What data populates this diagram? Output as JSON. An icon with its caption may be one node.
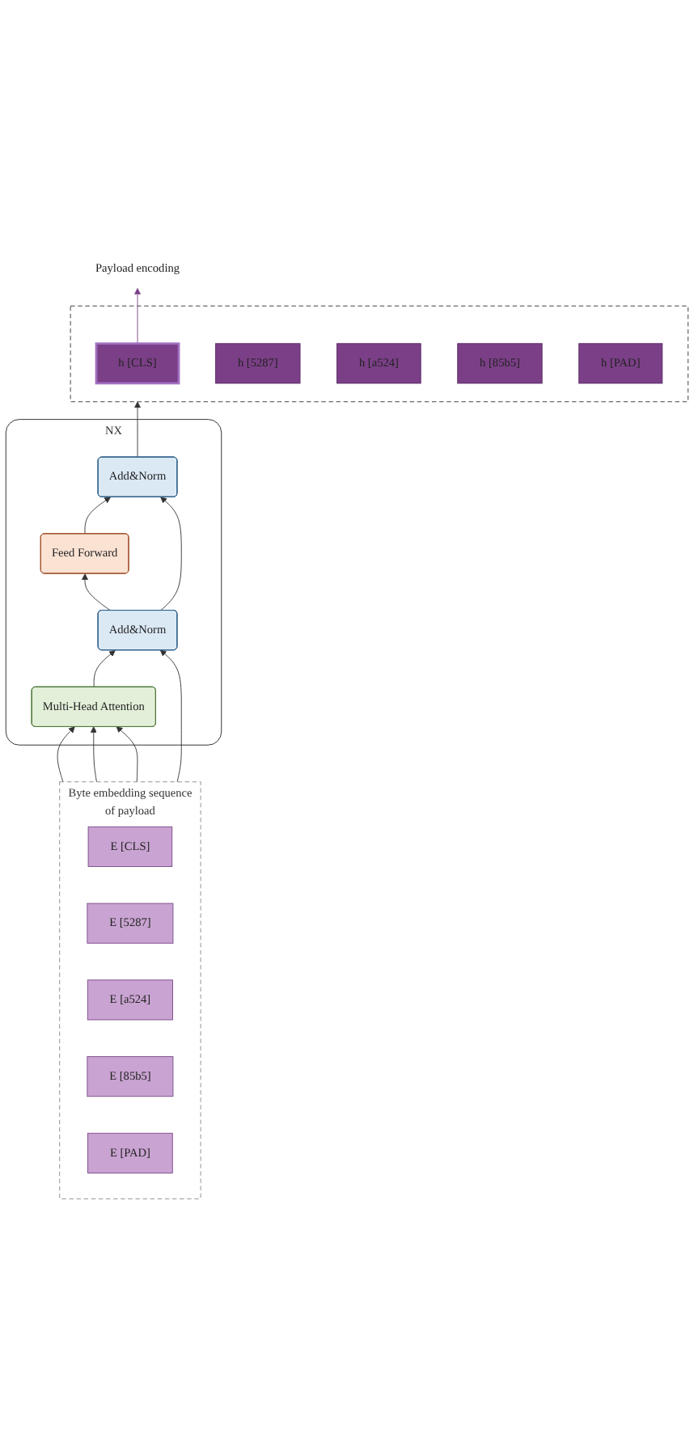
{
  "diagram": {
    "nodes": [
      {
        "text": [],
        "shape": "box"
      },
      {
        "text": [
          "h [CLS]"
        ],
        "in": 0
      },
      {
        "text": [
          "h [5287]"
        ],
        "in": 0
      },
      {
        "text": [
          "h [a524]"
        ],
        "in": 0
      },
      {
        "text": [
          "h [85b5]"
        ],
        "in": 0
      },
      {
        "text": [
          "h [PAD]"
        ],
        "in": 0
      },
      {
        "text": [
          "Payload encoding"
        ]
      },
      {
        "text": [
          "NX"
        ]
      },
      {
        "text": [
          "Add&Norm"
        ],
        "in": 7
      },
      {
        "text": [
          "Feed Forward"
        ],
        "in": 7
      },
      {
        "text": [
          "Add&Norm"
        ],
        "in": 7
      },
      {
        "text": [
          "Multi-Head Attention"
        ],
        "in": 7
      },
      {
        "text": [
          "Byte embedding sequence of payload"
        ]
      },
      {
        "text": [
          "E [CLS]"
        ],
        "in": 12
      },
      {
        "text": [
          "E [5287]"
        ],
        "in": 12
      },
      {
        "text": [
          "E [a524]"
        ],
        "in": 12
      },
      {
        "text": [
          "E [85b5]"
        ],
        "in": 12
      },
      {
        "text": [
          "E [PAD]"
        ],
        "in": 12
      }
    ],
    "edges": [
      {
        "from": 1,
        "to": 6,
        "arrow": "to",
        "color": "#7b3f87"
      },
      {
        "from": 8,
        "to": 0,
        "arrow": "to"
      },
      {
        "from": 9,
        "to": 8,
        "arrow": "to"
      },
      {
        "from": 10,
        "to": 9,
        "arrow": "to"
      },
      {
        "from": 10,
        "to": 8,
        "arrow": "to"
      },
      {
        "from": 11,
        "to": 10,
        "arrow": "to"
      },
      {
        "from": 12,
        "to": 11,
        "arrow": "to"
      },
      {
        "from": 12,
        "to": 11,
        "arrow": "to"
      },
      {
        "from": 12,
        "to": 11,
        "arrow": "to"
      },
      {
        "from": 12,
        "to": 10,
        "arrow": "to"
      }
    ]
  }
}
